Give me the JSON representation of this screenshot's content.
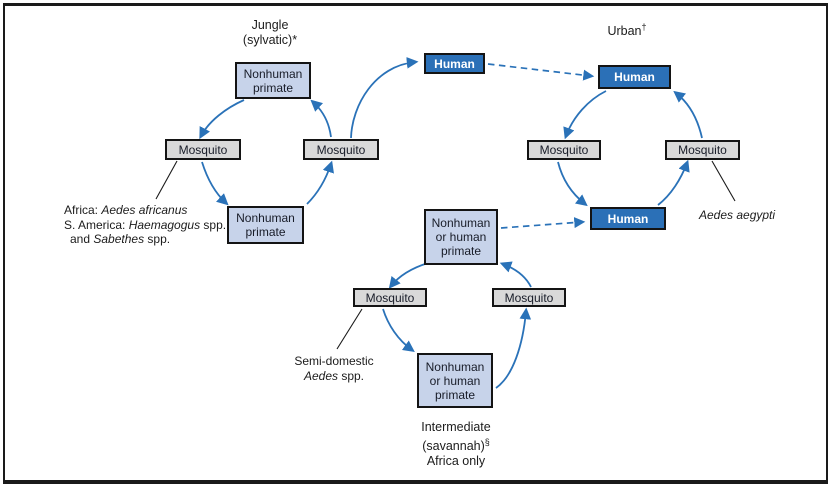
{
  "titles": {
    "jungle": {
      "line1": "Jungle",
      "line2": "(sylvatic)*"
    },
    "urban": {
      "name": "Urban",
      "sup": "†"
    },
    "intermediate": {
      "line1": "Intermediate",
      "line2": "(savannah)",
      "line2_sup": "§",
      "line3": "Africa only"
    }
  },
  "boxes": {
    "nonhuman_primate": "Nonhuman\nprimate",
    "nonhuman_or_human_primate": "Nonhuman\nor human\nprimate",
    "mosquito": "Mosquito",
    "human": "Human"
  },
  "annotations": {
    "jungle_vectors": {
      "line1_prefix": "Africa: ",
      "line1_species": "Aedes africanus",
      "line2_prefix": "S. America: ",
      "line2_species": "Haemagogus",
      "line2_suffix": " spp.",
      "line3_prefix": "and ",
      "line3_species": "Sabethes",
      "line3_suffix": " spp."
    },
    "urban_vector": "Aedes aegypti",
    "intermediate_vector": {
      "line1": "Semi-domestic",
      "line2_species": "Aedes",
      "line2_suffix": " spp."
    }
  },
  "colors": {
    "arrow_blue": "#2a72b8",
    "human_box_fill": "#2b70b7",
    "primate_box_fill": "#c7d3ea",
    "mosquito_box_fill": "#d9d9d9",
    "border_black": "#1a1a1a"
  }
}
